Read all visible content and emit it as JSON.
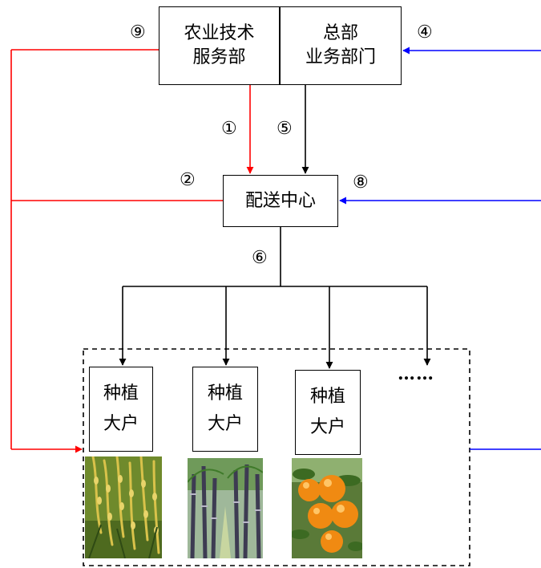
{
  "nodes": {
    "agri_service": [
      "农业技术",
      "服务部"
    ],
    "hq_dept": [
      "总部",
      "业务部门"
    ],
    "distribution": "配送中心",
    "grower_1": [
      "种植",
      "大户"
    ],
    "grower_2": [
      "种植",
      "大户"
    ],
    "grower_3": [
      "种植",
      "大户"
    ],
    "more": "……"
  },
  "step_labels": {
    "s1": "①",
    "s2": "②",
    "s4": "④",
    "s5": "⑤",
    "s6": "⑥",
    "s8": "⑧",
    "s9": "⑨"
  },
  "images": [
    "rice-photo",
    "sugarcane-photo",
    "orange-photo"
  ],
  "colors": {
    "red_flow": "#ff0000",
    "blue_flow": "#0000ff",
    "black_flow": "#000000"
  }
}
